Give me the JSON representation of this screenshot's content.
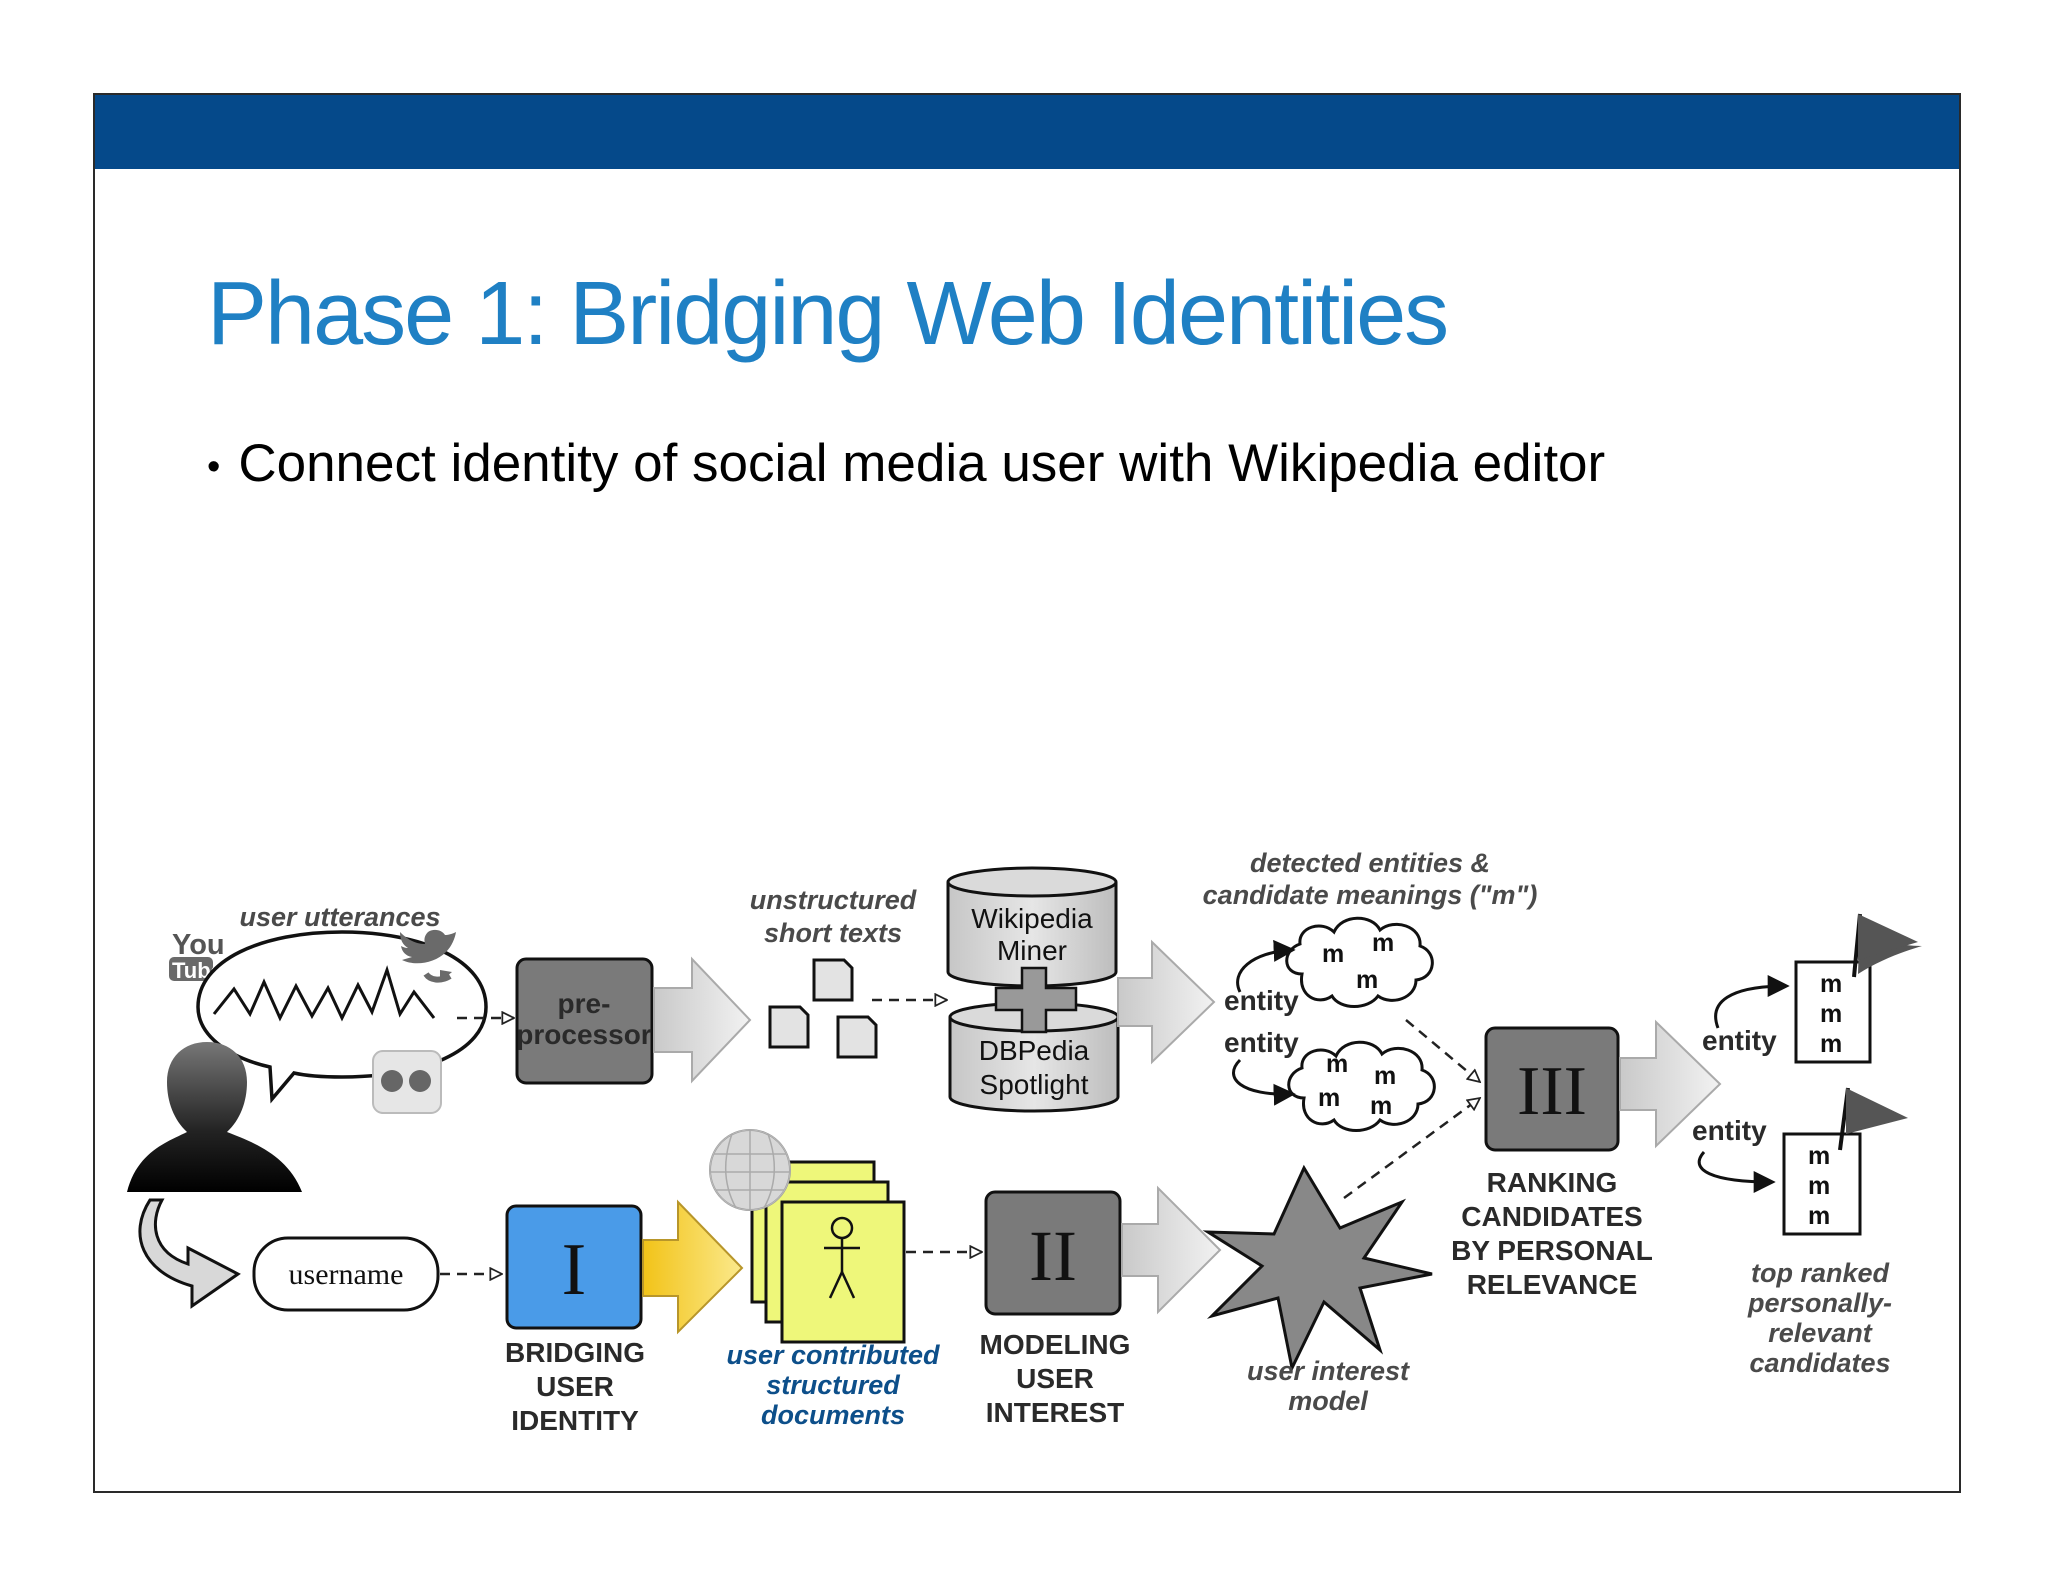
{
  "slide": {
    "title": "Phase 1: Bridging Web Identities",
    "bullet": "Connect identity of social media user with Wikipedia editor"
  },
  "diagram": {
    "user_utterances": "user utterances",
    "logo_you": "You",
    "logo_tube": "Tube",
    "preprocessor_line1": "pre-",
    "preprocessor_line2": "processor",
    "unstructured_line1": "unstructured",
    "unstructured_line2": "short texts",
    "wikipedia_miner_line1": "Wikipedia",
    "wikipedia_miner_line2": "Miner",
    "dbpedia_line1": "DBPedia",
    "dbpedia_line2": "Spotlight",
    "detected_line1": "detected entities &",
    "detected_line2": "candidate meanings (\"m\")",
    "entity": "entity",
    "m": "m",
    "username": "username",
    "box_I": "I",
    "box_II": "II",
    "box_III": "III",
    "bridging_line1": "BRIDGING",
    "bridging_line2": "USER",
    "bridging_line3": "IDENTITY",
    "contrib_line1": "user contributed",
    "contrib_line2": "structured",
    "contrib_line3": "documents",
    "modeling_line1": "MODELING",
    "modeling_line2": "USER",
    "modeling_line3": "INTEREST",
    "interest_line1": "user interest",
    "interest_line2": "model",
    "ranking_line1": "RANKING",
    "ranking_line2": "CANDIDATES",
    "ranking_line3": "BY PERSONAL",
    "ranking_line4": "RELEVANCE",
    "top_line1": "top ranked",
    "top_line2": "personally-",
    "top_line3": "relevant",
    "top_line4": "candidates",
    "colors": {
      "banner": "#05498a",
      "title": "#1f80c4",
      "box_I": "#4a9be8",
      "box_gray": "#7a7a7a",
      "docs": "#eef77a",
      "bridging_label": "#8b1a1a",
      "contrib_label": "#0d4f8a"
    }
  }
}
